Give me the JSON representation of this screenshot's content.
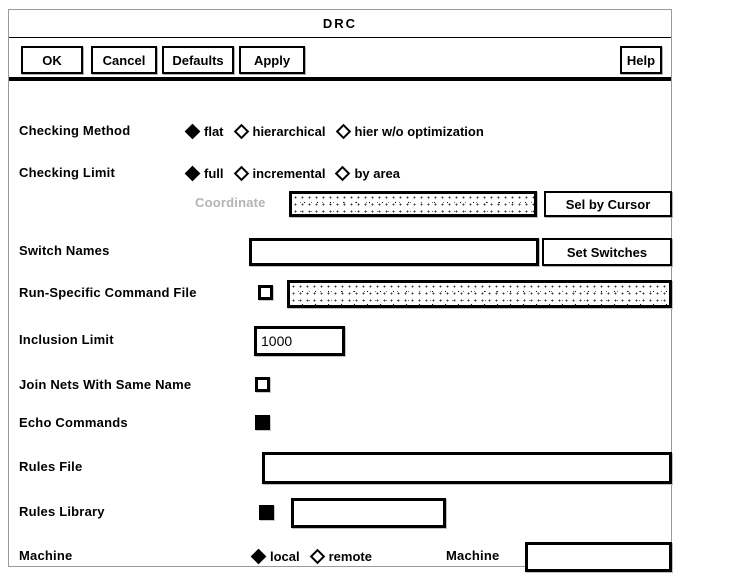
{
  "window": {
    "title": "DRC"
  },
  "toolbar": {
    "ok": "OK",
    "cancel": "Cancel",
    "defaults": "Defaults",
    "apply": "Apply",
    "help": "Help"
  },
  "form": {
    "checking_method": {
      "label": "Checking Method",
      "options": [
        "flat",
        "hierarchical",
        "hier w/o optimization"
      ],
      "selected": "flat"
    },
    "checking_limit": {
      "label": "Checking Limit",
      "options": [
        "full",
        "incremental",
        "by area"
      ],
      "selected": "full"
    },
    "coordinate": {
      "label": "Coordinate",
      "value": "",
      "enabled": false,
      "button": "Sel by Cursor"
    },
    "switch_names": {
      "label": "Switch Names",
      "value": "",
      "button": "Set Switches"
    },
    "run_specific_command_file": {
      "label": "Run-Specific Command File",
      "checked": false,
      "value": "",
      "enabled": false
    },
    "inclusion_limit": {
      "label": "Inclusion Limit",
      "value": "1000"
    },
    "join_nets_with_same_name": {
      "label": "Join Nets With Same Name",
      "checked": false
    },
    "echo_commands": {
      "label": "Echo Commands",
      "checked": true
    },
    "rules_file": {
      "label": "Rules File",
      "value": ""
    },
    "rules_library": {
      "label": "Rules Library",
      "checked": true,
      "value": ""
    },
    "machine": {
      "label": "Machine",
      "options": [
        "local",
        "remote"
      ],
      "selected": "local",
      "name_label": "Machine",
      "name_value": ""
    }
  },
  "colors": {
    "background": "#ffffff",
    "foreground": "#000000",
    "window_border": "#9a9a9a",
    "disabled_text": "#b4b4b4"
  }
}
